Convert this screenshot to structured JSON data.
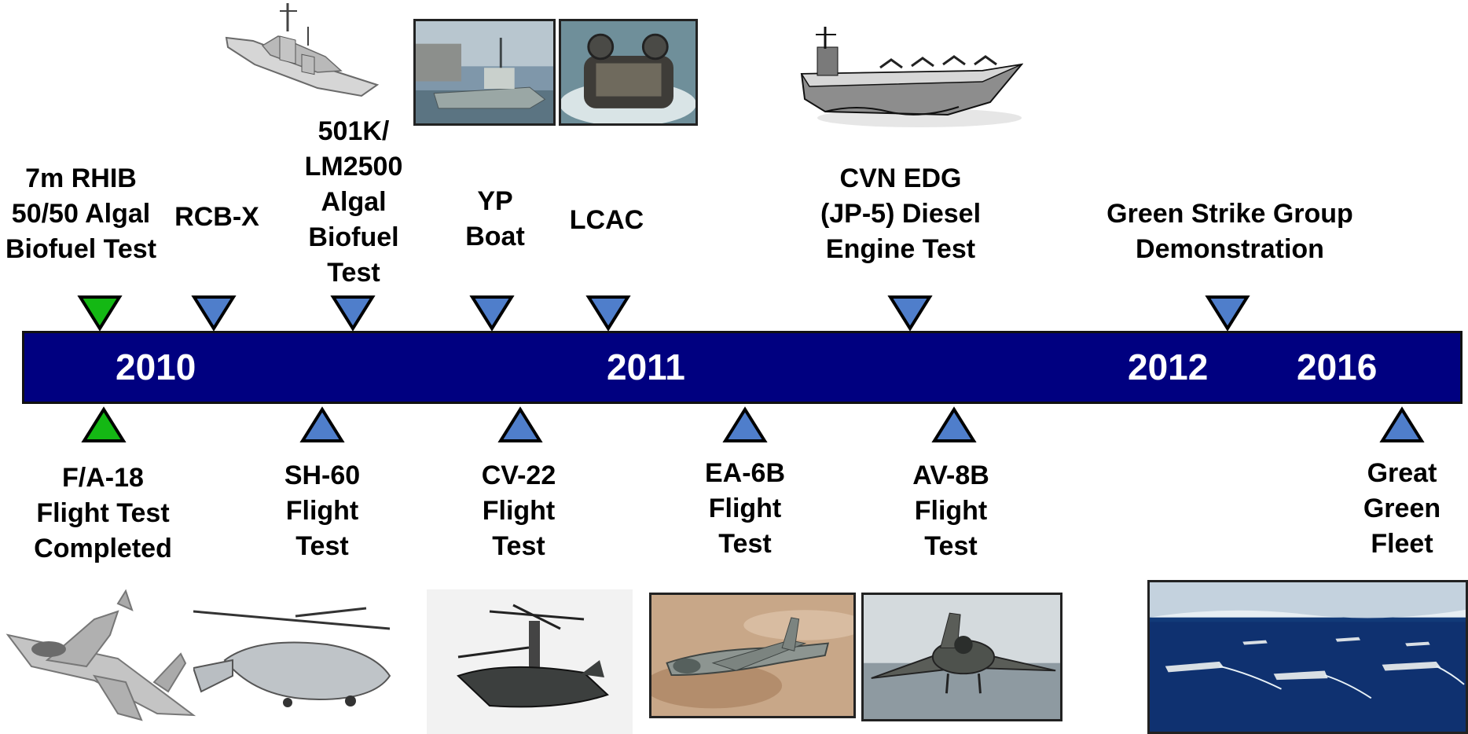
{
  "timeline": {
    "colors": {
      "bar": "#000080",
      "year_text": "#ffffff",
      "marker_blue": "#4f7ecb",
      "marker_green": "#14b814",
      "marker_outline": "#000000"
    },
    "years": [
      "2010",
      "2011",
      "2012",
      "2016"
    ],
    "events_above": [
      {
        "label": "7m RHIB\n50/50 Algal\nBiofuel Test",
        "marker": "green"
      },
      {
        "label": "RCB-X",
        "marker": "blue"
      },
      {
        "label": "501K/\nLM2500\nAlgal\nBiofuel\nTest",
        "marker": "blue"
      },
      {
        "label": "YP\nBoat",
        "marker": "blue"
      },
      {
        "label": "LCAC",
        "marker": "blue"
      },
      {
        "label": "CVN EDG\n(JP-5) Diesel\nEngine Test",
        "marker": "blue"
      },
      {
        "label": "Green Strike Group\nDemonstration",
        "marker": "blue"
      }
    ],
    "events_below": [
      {
        "label": "F/A-18\nFlight Test\nCompleted",
        "marker": "green"
      },
      {
        "label": "SH-60\nFlight\nTest",
        "marker": "blue"
      },
      {
        "label": "CV-22\nFlight\nTest",
        "marker": "blue"
      },
      {
        "label": "EA-6B\nFlight\nTest",
        "marker": "blue"
      },
      {
        "label": "AV-8B\nFlight\nTest",
        "marker": "blue"
      },
      {
        "label": "Great\nGreen\nFleet",
        "marker": "blue"
      }
    ],
    "images": {
      "cruiser": "cruiser-illustration",
      "yp_boat": "yp-boat-photo",
      "lcac": "lcac-photo",
      "carrier": "aircraft-carrier-illustration",
      "fa18": "fa18-jet-illustration",
      "sh60": "sh60-helicopter-photo",
      "cv22": "cv22-osprey-photo",
      "ea6b": "ea6b-prowler-photo",
      "av8b": "av8b-harrier-photo",
      "fleet": "fleet-at-sea-photo"
    }
  }
}
